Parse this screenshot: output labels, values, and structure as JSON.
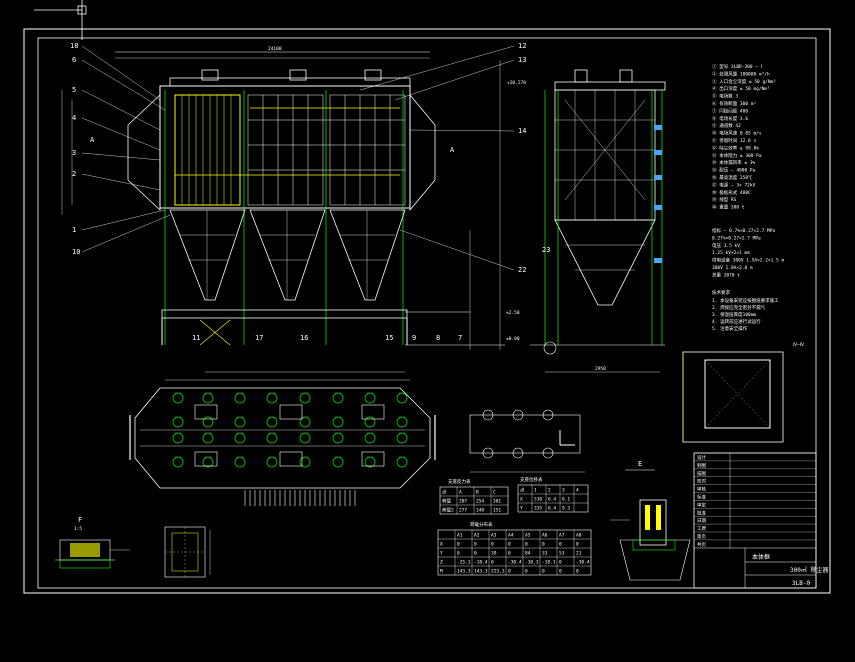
{
  "drawing": {
    "title_cn": "本体框",
    "title_code": "300㎡ 除尘器",
    "title_sheet": "3LB-0",
    "callouts_left": [
      "18",
      "6",
      "5",
      "4",
      "3",
      "2",
      "1",
      "10"
    ],
    "callouts_right": [
      "12",
      "13",
      "14",
      "22",
      "11",
      "17",
      "16",
      "15",
      "9",
      "8",
      "7"
    ],
    "callout_23": "23",
    "section_mark_a": "A",
    "section_mark_a2": "A",
    "level_top": "+20.270",
    "level_mid": "±2.50",
    "level_base": "±0.00",
    "top_dim": "24100",
    "detail_label_f": "F",
    "detail_label_e": "E",
    "detail_scale": "1:5",
    "side_dim": "2950",
    "right_top_dim": "Ⅳ—Ⅳ",
    "tech_lines": [
      "① 型号 3LBD-300 — Ⅰ",
      "② 处理风量 180000 m³/h",
      "③ 入口含尘浓度 ≤ 50 g/Nm³",
      "④ 出口浓度 ≤ 50 mg/Nm³",
      "⑤ 电场数 3",
      "⑥ 有效断面 300 m²",
      "⑦ 同极间距 400",
      "⑧ 电场长度 3.6",
      "⑨ 通道数 42",
      "⑩ 电场风速 0.85 m/s",
      "⑪ 停留时间 12.8 s",
      "⑫ 除尘效率 ≥ 99.8%",
      "⑬ 本体阻力 ≤ 300 Pa",
      "⑭ 本体漏风率 ≤ 3%",
      "⑮ 耐压 — 4000 Pa",
      "⑯ 最高温度 250℃",
      "⑰ 电源 — 3× 72kV",
      "⑱ 极板形式 480C",
      "⑲ 线型 RS",
      "⑳ 重量 380 t"
    ],
    "tech_lines_2": [
      "指标 — 0.7%×0.27×2.7 MPa",
      "0.27%×0.27×2.7 MPa",
      "电压 3.5 kV",
      "1.25 kV×2×1 mm",
      "供电设备 380V 1.5A×2.2×1.5 m",
      "380V 1.8A×2.0 m",
      "总重 2070 t"
    ],
    "notes_title": "技术要求",
    "notes_lines": [
      "1. 本设备安装应按图纸要求施工",
      "2. 焊接应完全密封不漏气",
      "3. 保温层厚度100mm",
      "4. 运转前应进行试运行",
      "5. 注意安全操作"
    ],
    "table1_title": "支座反力表",
    "table1_rows": [
      [
        "点",
        "A",
        "B",
        "C"
      ],
      [
        "荷载",
        "207",
        "254",
        "301"
      ],
      [
        "荷载2",
        "277",
        "148",
        "151"
      ]
    ],
    "table2_title": "支座位移表",
    "table2_rows": [
      [
        "点",
        "1",
        "2",
        "3",
        "4"
      ],
      [
        "X",
        "530",
        "6.4",
        "6.1",
        ""
      ],
      [
        "Y",
        "335",
        "6.4",
        "9.3",
        ""
      ]
    ],
    "table3_title": "荷载分布表",
    "table3_rows": [
      [
        "",
        "A1",
        "A2",
        "A3",
        "A4",
        "A5",
        "A6",
        "A7",
        "A8"
      ],
      [
        "X",
        "0",
        "0",
        "0",
        "0",
        "0",
        "0",
        "0",
        "0"
      ],
      [
        "Y",
        "0",
        "0",
        "39",
        "0",
        "84",
        "33",
        "53",
        "21"
      ],
      [
        "Z",
        "-25.1",
        "-18.4",
        "0",
        "-30.4",
        "-30.3",
        "-18.1",
        "0",
        "-30.4"
      ],
      [
        "M",
        "143.3",
        "143.3",
        "223.3",
        "0",
        "0",
        "0",
        "0",
        "0"
      ]
    ],
    "title_block_rows": [
      "设计",
      "制图",
      "描图",
      "校对",
      "审核",
      "标准",
      "审定",
      "批准",
      "日期",
      "工费",
      "第页",
      "共页"
    ]
  }
}
